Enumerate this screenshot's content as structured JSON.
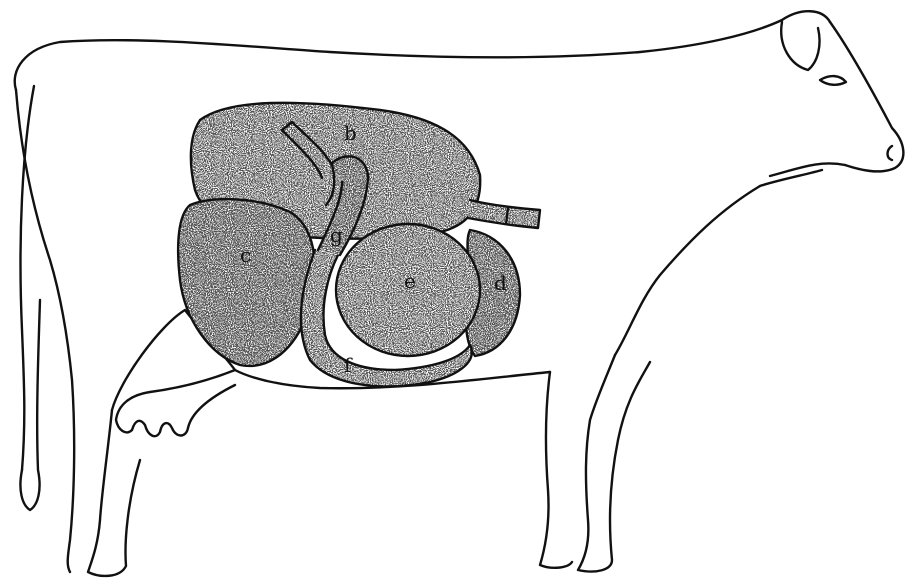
{
  "labels": {
    "b": "b",
    "c": "c",
    "d": "d",
    "e": "e",
    "f": "f",
    "g": "g"
  },
  "colors": {
    "outline": "#111111",
    "stipple": "#1a1a1a",
    "background": "#ffffff"
  }
}
